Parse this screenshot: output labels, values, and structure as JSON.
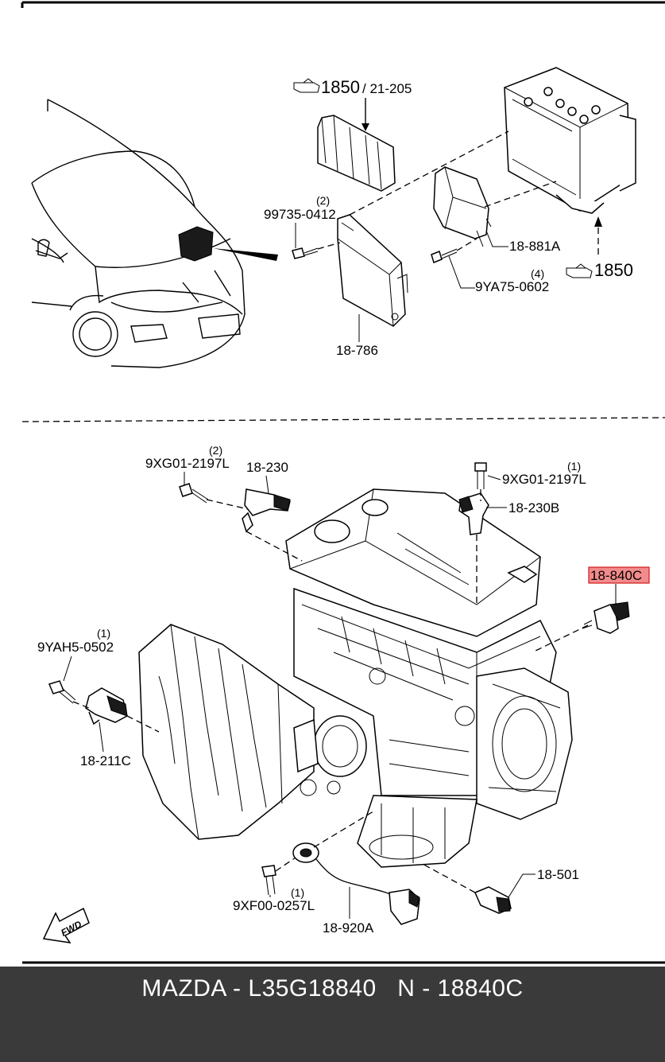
{
  "top_section": {
    "ref_main": "1850",
    "ref_main_suffix": "/ 21-205",
    "ref_side": "1850",
    "parts": {
      "bolt_top": "99735-0412",
      "bolt_top_qty": "(2)",
      "bracket": "18-786",
      "module": "18-881A",
      "screw": "9YA75-0602",
      "screw_qty": "(4)"
    }
  },
  "bottom_section": {
    "parts": {
      "bolt_cam": "9XG01-2197L",
      "bolt_cam_qty": "(2)",
      "cam_sensor": "18-230",
      "bolt_cam_b": "9XG01-2197L",
      "bolt_cam_b_qty": "(1)",
      "cam_sensor_b": "18-230B",
      "highlighted_sensor": "18-840C",
      "bolt_map": "9YAH5-0502",
      "bolt_map_qty": "(1)",
      "map_sensor": "18-211C",
      "bolt_knock": "9XF00-0257L",
      "bolt_knock_qty": "(1)",
      "knock_sensor": "18-920A",
      "oil_switch": "18-501"
    },
    "fwd_label": "FWD"
  },
  "colors": {
    "highlight_fill": "#f28b8b",
    "highlight_border": "#d11a1a",
    "footer_bg": "#3a3a3a",
    "footer_text": "#ffffff"
  },
  "footer": {
    "text": "MAZDA - L35G18840   N - 18840C"
  }
}
